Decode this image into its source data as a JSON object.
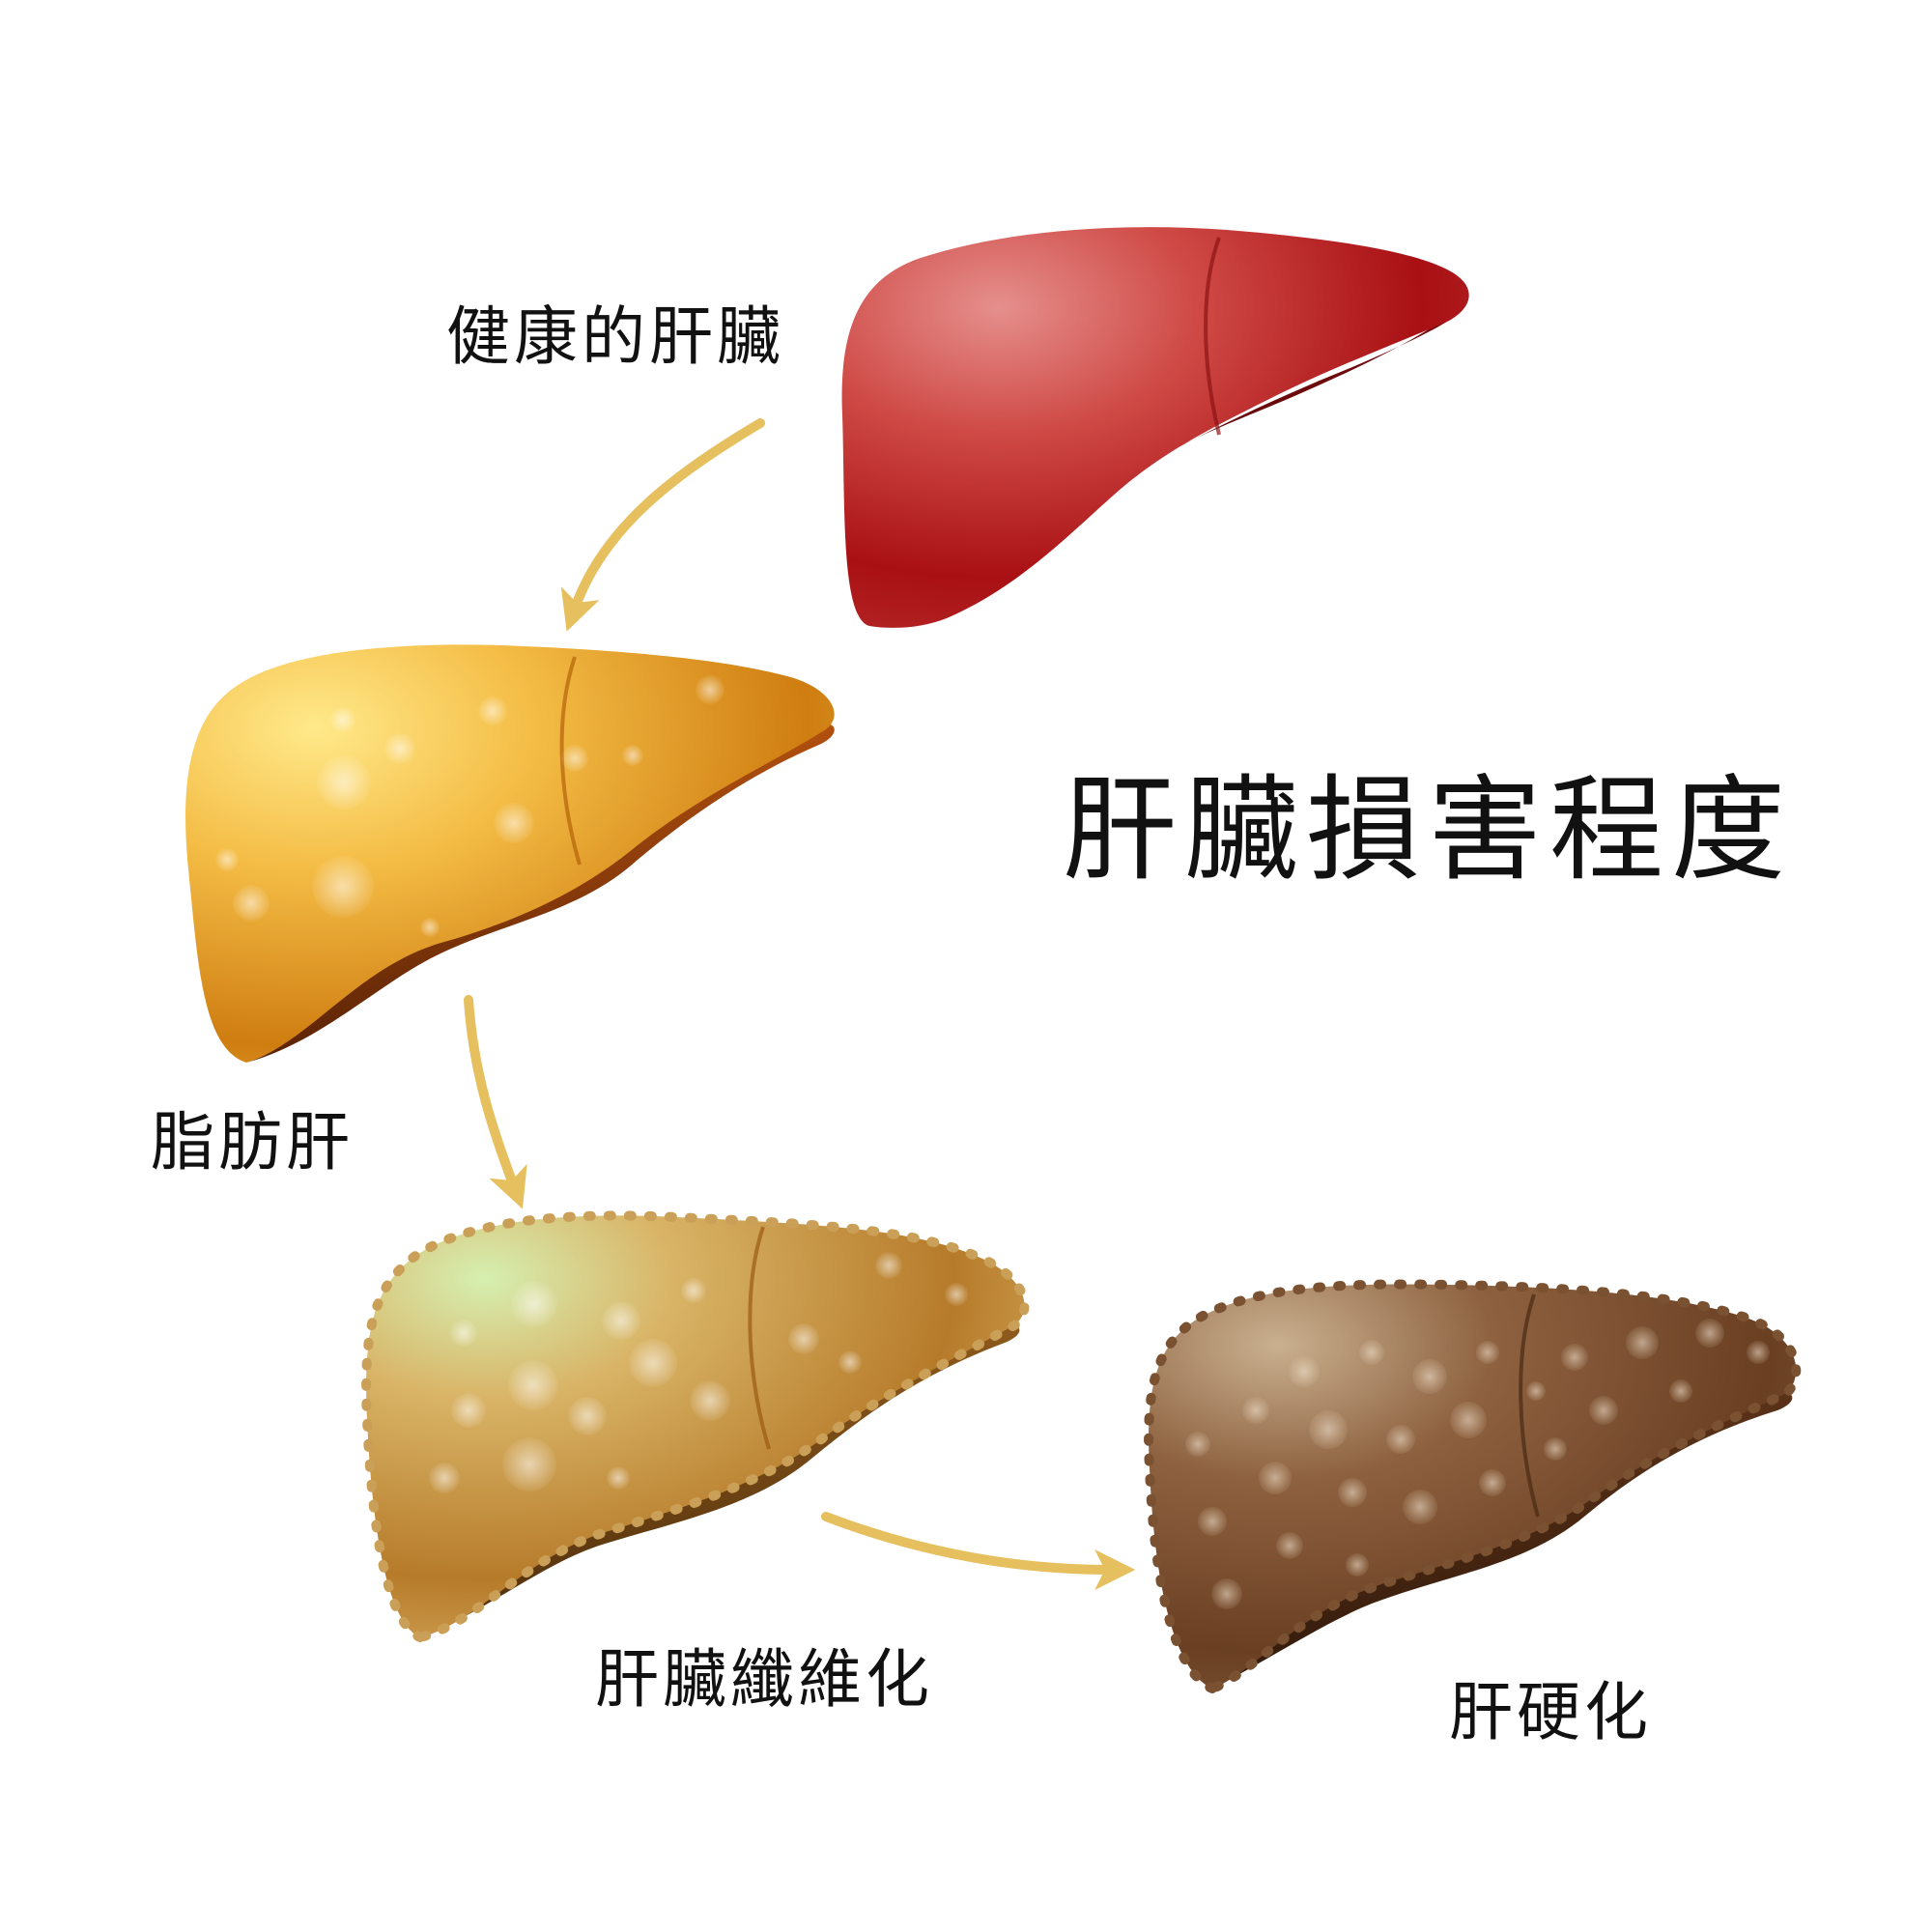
{
  "title": "肝臟損害程度",
  "stages": [
    {
      "id": "healthy",
      "label": "健康的肝臟",
      "color": "#c0282b"
    },
    {
      "id": "fatty",
      "label": "脂肪肝",
      "color": "#e9a52c"
    },
    {
      "id": "fibrosis",
      "label": "肝臟纖維化",
      "color": "#c9952f"
    },
    {
      "id": "cirrhosis",
      "label": "肝硬化",
      "color": "#7d5230"
    }
  ],
  "arrow_color": "#e6bf5f"
}
